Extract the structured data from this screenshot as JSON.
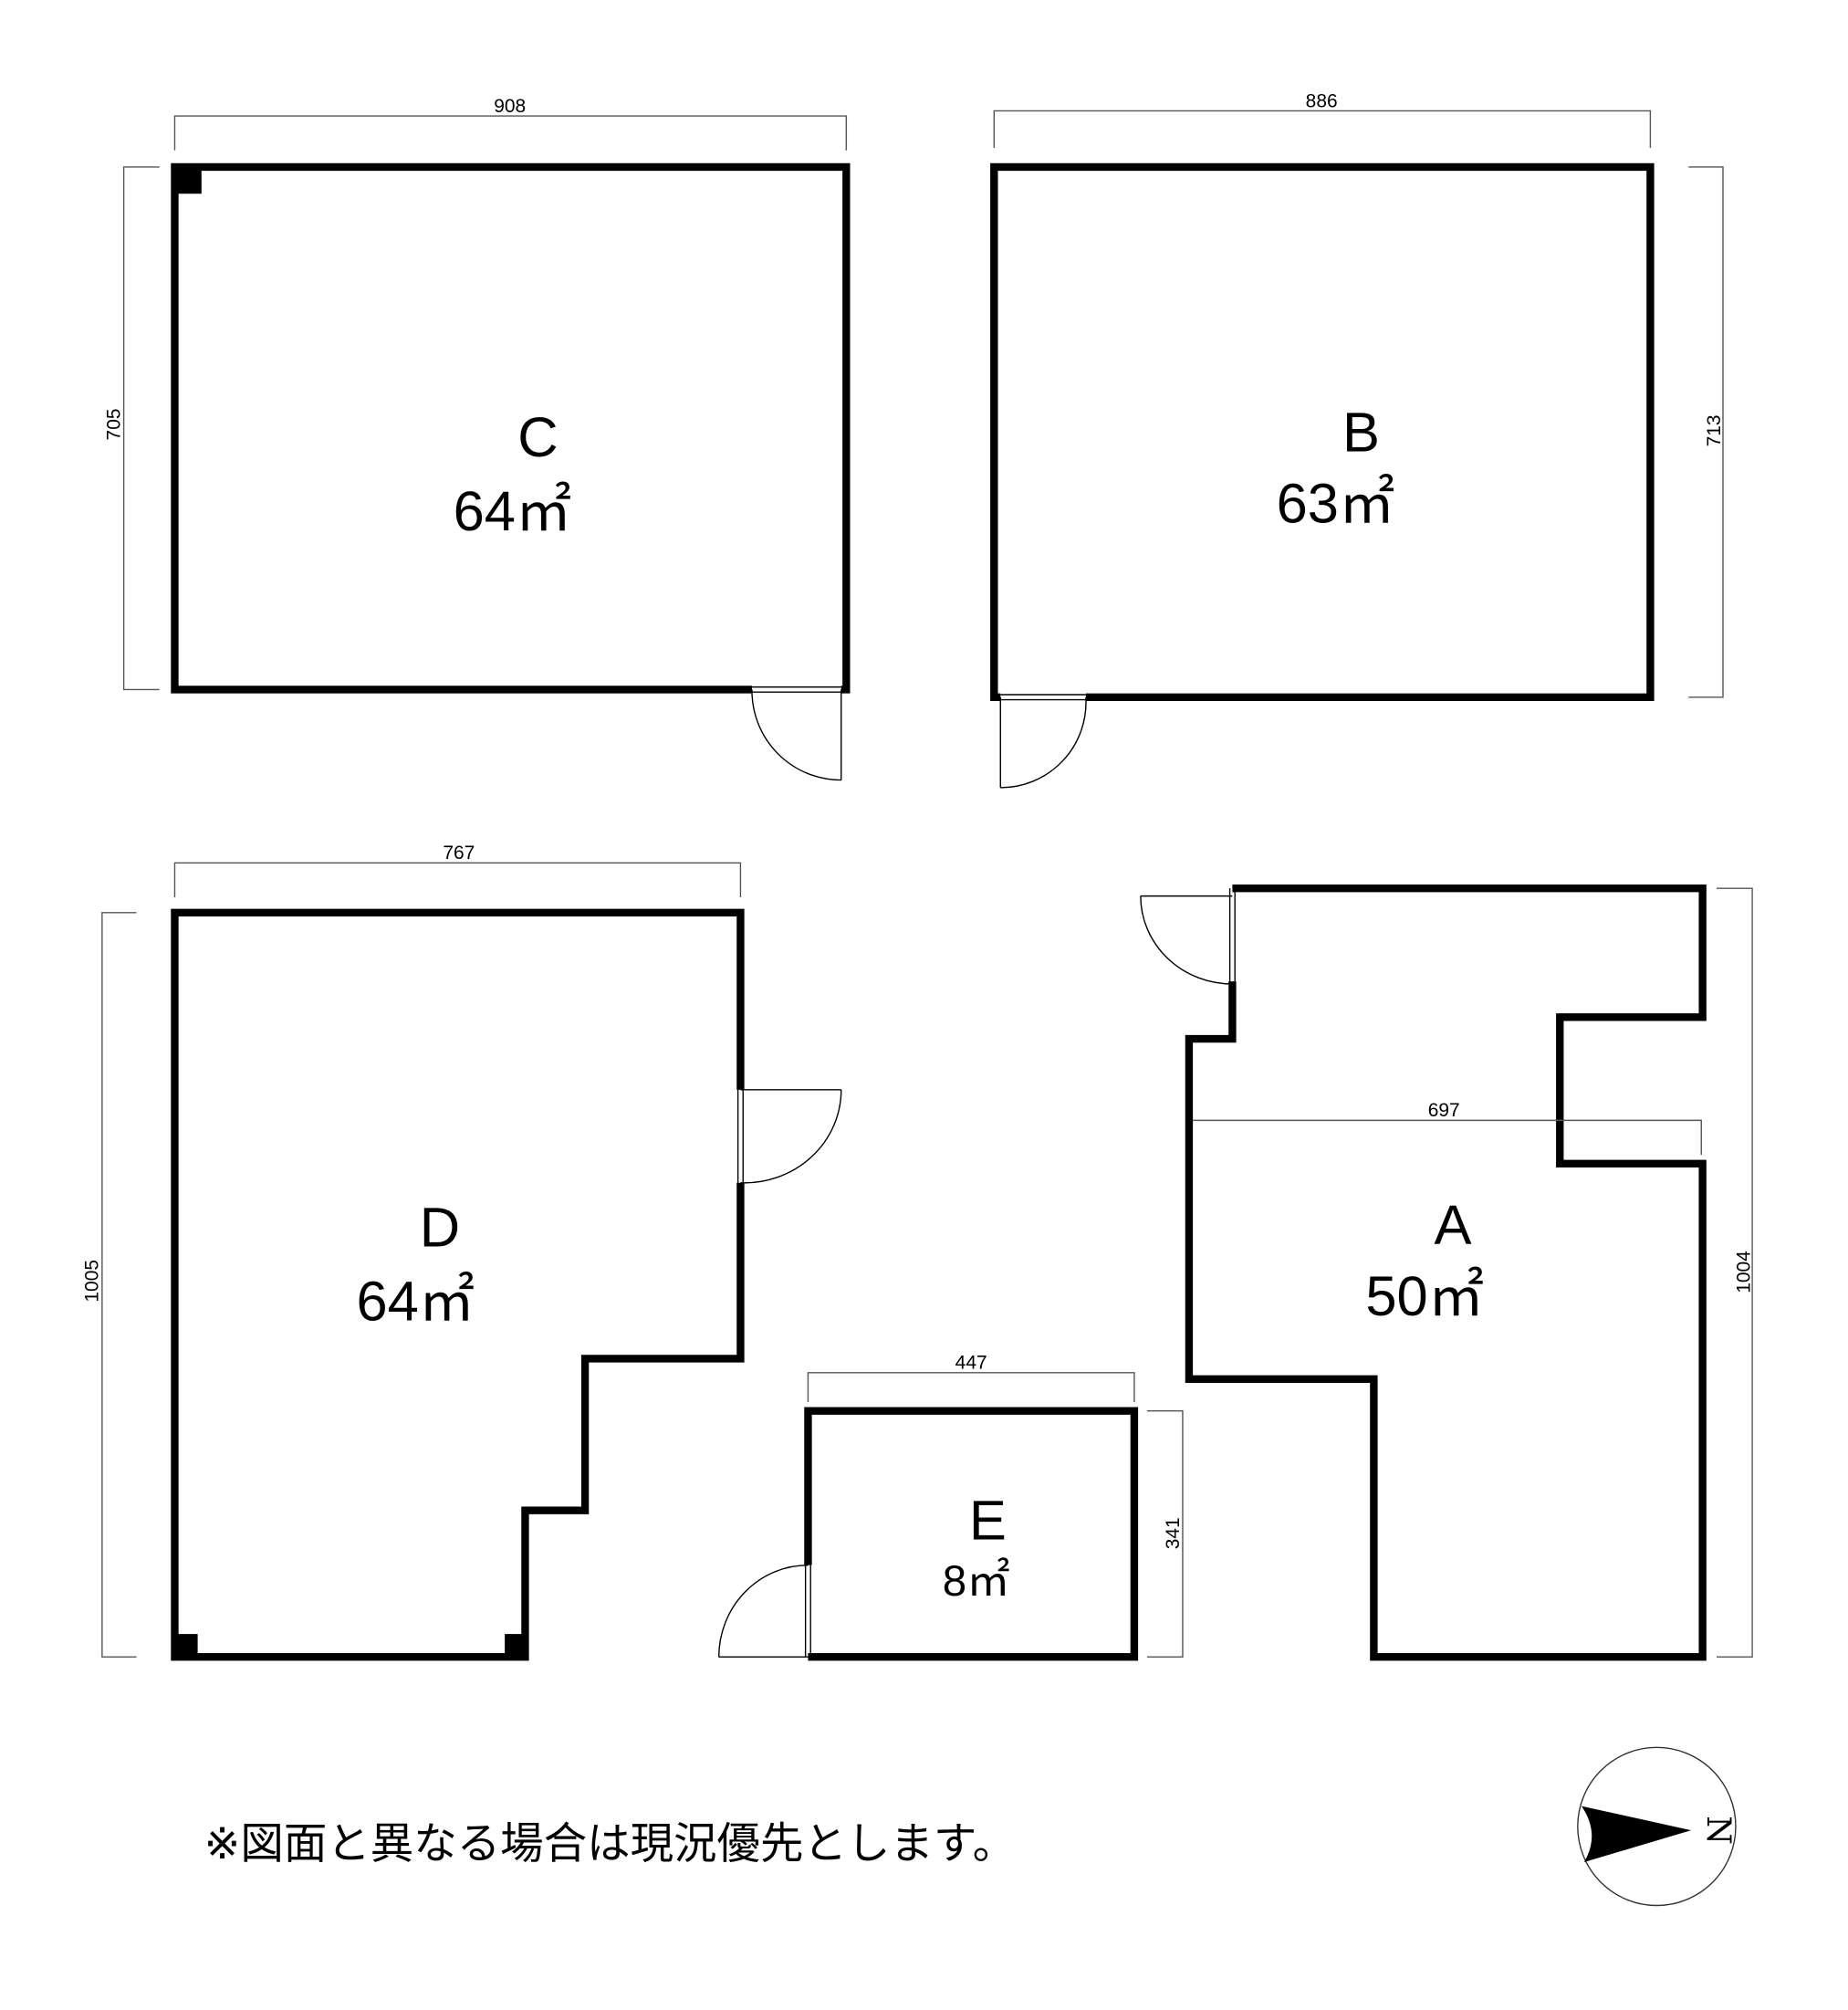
{
  "rooms": {
    "C": {
      "label": "C",
      "area": "64㎡",
      "width_dim": "908",
      "height_dim": "705"
    },
    "B": {
      "label": "B",
      "area": "63㎡",
      "width_dim": "886",
      "height_dim": "713"
    },
    "D": {
      "label": "D",
      "area": "64㎡",
      "width_dim": "767",
      "height_dim": "1005"
    },
    "E": {
      "label": "E",
      "area": "8㎡",
      "width_dim": "447",
      "height_dim": "341"
    },
    "A": {
      "label": "A",
      "area": "50㎡",
      "width_dim": "697",
      "height_dim": "1004"
    }
  },
  "note": "※図面と異なる場合は現況優先とします。",
  "compass": {
    "north_label": "N"
  }
}
